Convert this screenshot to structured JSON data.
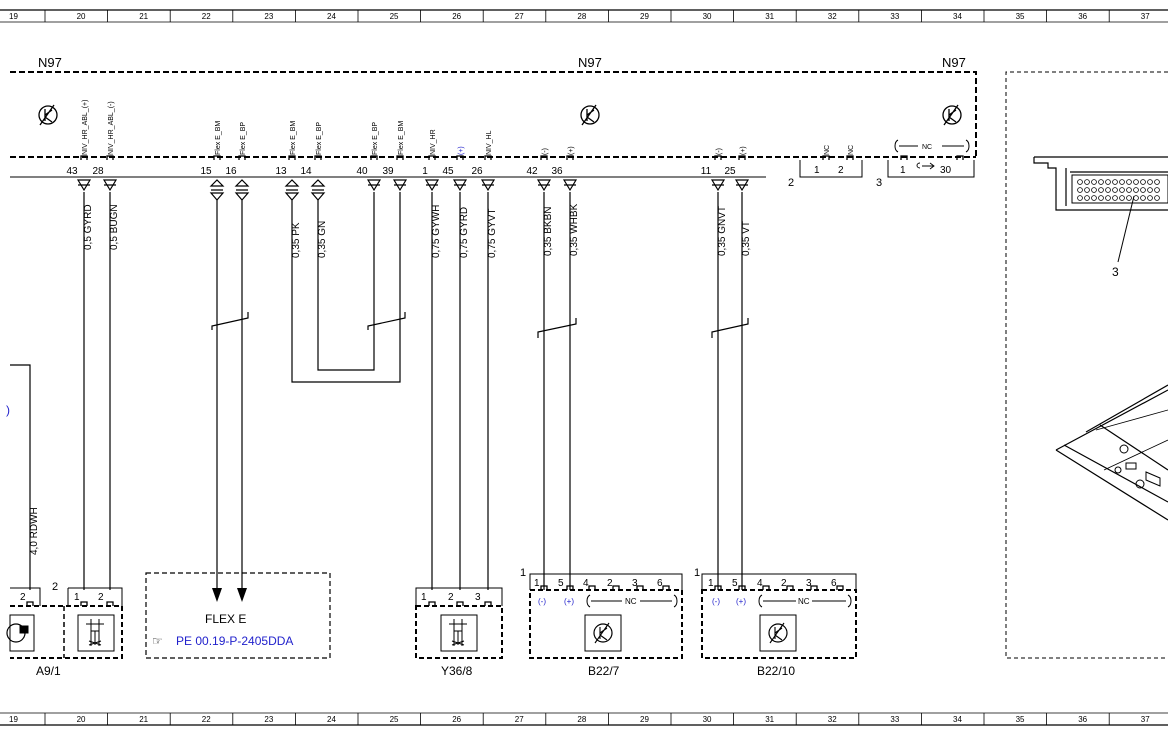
{
  "grid": {
    "top": [
      "19",
      "20",
      "21",
      "22",
      "23",
      "24",
      "25",
      "26",
      "27",
      "28",
      "29",
      "30",
      "31",
      "32",
      "33",
      "34",
      "35",
      "36",
      "37"
    ],
    "bottom": [
      "19",
      "20",
      "21",
      "22",
      "23",
      "24",
      "25",
      "26",
      "27",
      "28",
      "29",
      "30",
      "31",
      "32",
      "33",
      "34",
      "35",
      "36",
      "37"
    ]
  },
  "module": {
    "labels": [
      "N97",
      "N97",
      "N97"
    ],
    "pins": [
      "43",
      "28",
      "15",
      "16",
      "13",
      "14",
      "40",
      "39",
      "1",
      "45",
      "26",
      "42",
      "36",
      "11",
      "25"
    ],
    "pin_names": [
      "NIV_HR_ABL_(+)",
      "NIV_HR_ABL_(-)",
      "Flex E_BM",
      "Flex E_BP",
      "Flex E_BM",
      "Flex E_BP",
      "Flex E_BP",
      "Flex E_BM",
      "NIV_HR",
      "(+)",
      "NIV_HL",
      "(-)",
      "(+)",
      "(-)",
      "(+)"
    ],
    "connector2": {
      "label": "2",
      "pins": [
        "1",
        "2"
      ],
      "pin_names": [
        "NC",
        "NC"
      ]
    },
    "connector3": {
      "label": "3",
      "pins": [
        "1",
        "30"
      ],
      "nc_label": "NC"
    }
  },
  "wires": [
    "0,5 GYRD",
    "0,5 BUGN",
    "0,35 PK",
    "0,35 GN",
    "0,75 GYWH",
    "0,75 GYRD",
    "0,75 GYVT",
    "0,35 BKBN",
    "0,35 WHBK",
    "0,35 GNVT",
    "0,35 VT",
    "4,0 RDWH"
  ],
  "components": {
    "a9_1": {
      "label": "A9/1",
      "conn_left": "2",
      "conn_valve": "2",
      "pins": [
        "1",
        "2"
      ]
    },
    "flex_e": {
      "label": "FLEX E",
      "ref": "PE 00.19-P-2405DDA"
    },
    "y36_8": {
      "label": "Y36/8",
      "pins": [
        "1",
        "2",
        "3"
      ]
    },
    "b22_7": {
      "label": "B22/7",
      "conn": "1",
      "pins": [
        "1",
        "5",
        "4",
        "2",
        "3",
        "6"
      ],
      "signs": [
        "(-)",
        "(+)"
      ],
      "nc": "NC"
    },
    "b22_10": {
      "label": "B22/10",
      "conn": "1",
      "pins": [
        "1",
        "5",
        "4",
        "2",
        "3",
        "6"
      ],
      "signs": [
        "(-)",
        "(+)"
      ],
      "nc": "NC"
    }
  },
  "detail": {
    "callout": "3"
  }
}
